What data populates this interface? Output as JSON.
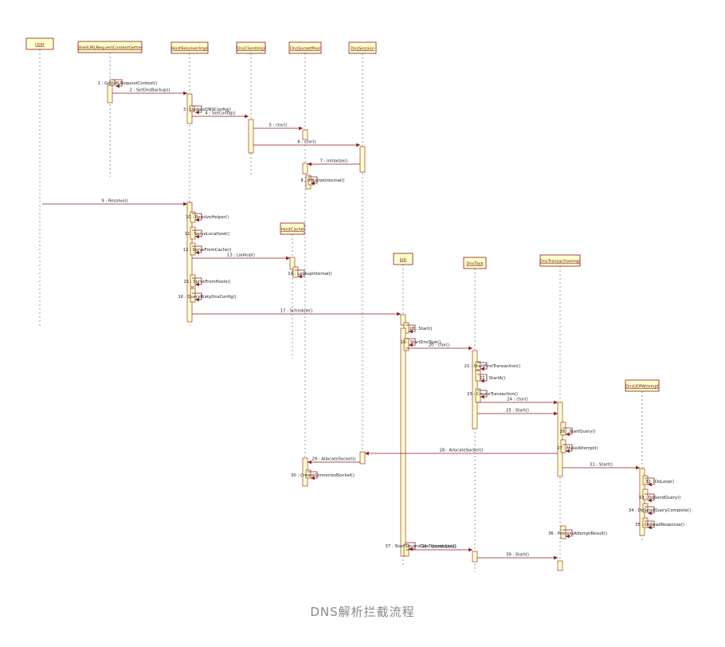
{
  "colors": {
    "box_fill": "#ffffcc",
    "box_stroke": "#8b1c1c",
    "arrow": "#8b1c1c",
    "lifeline": "#999999",
    "label": "#222222",
    "caption": "#8a8a8a"
  },
  "caption": "DNS解析拦截流程",
  "lifelines": [
    {
      "id": "user",
      "name": "User"
    },
    {
      "id": "shell",
      "name": "ShellURLRequestContextGetter"
    },
    {
      "id": "hri",
      "name": "HostResolverImpl"
    },
    {
      "id": "dci",
      "name": "DnsClientImpl"
    },
    {
      "id": "dsp",
      "name": "DnsSocketPool"
    },
    {
      "id": "dss",
      "name": "DnsSession"
    },
    {
      "id": "hc",
      "name": "HostCache"
    },
    {
      "id": "job",
      "name": "Job"
    },
    {
      "id": "task",
      "name": "DnsTask"
    },
    {
      "id": "dti",
      "name": "DnsTransactionImpl"
    },
    {
      "id": "udp",
      "name": "DnsUDPAttempt"
    }
  ],
  "messages": [
    {
      "from": "shell",
      "to": "shell",
      "label": "1 : GetURLRequestContext()"
    },
    {
      "from": "shell",
      "to": "hri",
      "label": "2 : SetDnsBackup()"
    },
    {
      "from": "hri",
      "to": "hri",
      "label": "3 : UpdateDNSConfig()"
    },
    {
      "from": "hri",
      "to": "dci",
      "label": "4 : SetConfig()"
    },
    {
      "from": "dci",
      "to": "dsp",
      "label": "5 : ctor()"
    },
    {
      "from": "dci",
      "to": "dss",
      "label": "6 : ctor()"
    },
    {
      "from": "dss",
      "to": "dsp",
      "label": "7 : Initialize()"
    },
    {
      "from": "dsp",
      "to": "dsp",
      "label": "8 : InitializeInternal()"
    },
    {
      "from": "user",
      "to": "hri",
      "label": "9 : Resolve()"
    },
    {
      "from": "hri",
      "to": "hri",
      "label": "10 : ResolveHelper()"
    },
    {
      "from": "hri",
      "to": "hri",
      "label": "11 : ServeLocalhost()"
    },
    {
      "from": "hri",
      "to": "hri",
      "label": "12 : ServeFromCache()"
    },
    {
      "from": "hri",
      "to": "hc",
      "label": "13 : Lookup()"
    },
    {
      "from": "hc",
      "to": "hc",
      "label": "14 : LookupInternal()"
    },
    {
      "from": "hri",
      "to": "hri",
      "label": "15 : ServeFromHosts()"
    },
    {
      "from": "hri",
      "to": "hri",
      "label": "16 : QueryRiskyDnsConfig()"
    },
    {
      "from": "hri",
      "to": "job",
      "label": "17 : Schedule()"
    },
    {
      "from": "job",
      "to": "job",
      "label": "18 : Start()"
    },
    {
      "from": "job",
      "to": "job",
      "label": "19 : StartDnsTask()"
    },
    {
      "from": "job",
      "to": "task",
      "label": "20 : ctor()"
    },
    {
      "from": "task",
      "to": "task",
      "label": "21 : StartFirstTransaction()"
    },
    {
      "from": "task",
      "to": "task",
      "label": "22 : StartA()"
    },
    {
      "from": "task",
      "to": "task",
      "label": "23 : CreateTransaction()"
    },
    {
      "from": "task",
      "to": "dti",
      "label": "24 : ctor()"
    },
    {
      "from": "task",
      "to": "dti",
      "label": "25 : Start()"
    },
    {
      "from": "dti",
      "to": "dti",
      "label": "26 : StartQuery()"
    },
    {
      "from": "dti",
      "to": "dti",
      "label": "27 : MakeAttempt()"
    },
    {
      "from": "dti",
      "to": "dss",
      "label": "28 : AllocateSocket()"
    },
    {
      "from": "dss",
      "to": "dsp",
      "label": "29 : AllocateSocket()"
    },
    {
      "from": "dsp",
      "to": "dsp",
      "label": "30 : CreateConnectedSocket()"
    },
    {
      "from": "dti",
      "to": "udp",
      "label": "31 : Start()"
    },
    {
      "from": "udp",
      "to": "udp",
      "label": "32 : DoLoop()"
    },
    {
      "from": "udp",
      "to": "udp",
      "label": "33 : DoSendQuery()"
    },
    {
      "from": "udp",
      "to": "udp",
      "label": "34 : DoSendQueryComplete()"
    },
    {
      "from": "udp",
      "to": "udp",
      "label": "35 : DoReadResponse()"
    },
    {
      "from": "dti",
      "to": "dti",
      "label": "36 : ProcessAttemptResult()"
    },
    {
      "from": "job",
      "to": "job",
      "label": "37 : StartSecondDnsTransaction()"
    },
    {
      "from": "job",
      "to": "task",
      "label": "38 : StartAAAA()"
    },
    {
      "from": "task",
      "to": "dti",
      "label": "39 : Start()"
    }
  ]
}
